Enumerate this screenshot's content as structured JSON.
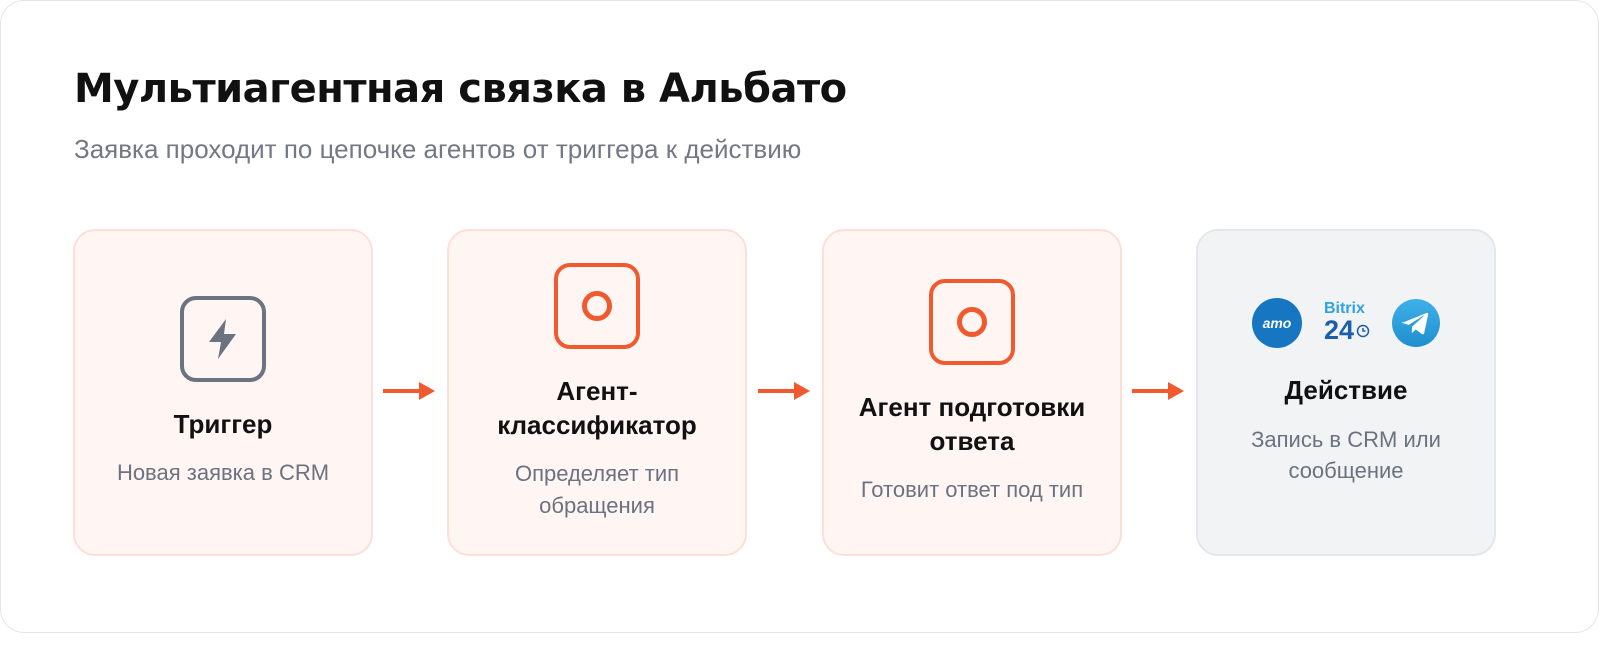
{
  "header": {
    "title": "Мультиагентная связка в Альбато",
    "subtitle": "Заявка проходит по цепочке агентов от триггера к действию"
  },
  "steps": [
    {
      "title": "Триггер",
      "description": "Новая заявка в CRM",
      "icon": "lightning-icon"
    },
    {
      "title": "Агент-классификатор",
      "description": "Определяет тип обращения",
      "icon": "agent-ring-icon"
    },
    {
      "title": "Агент подготовки ответа",
      "description": "Готовит ответ под тип",
      "icon": "agent-ring-icon"
    },
    {
      "title": "Действие",
      "description": "Запись в CRM или сообщение",
      "icons": [
        "amocrm-logo",
        "bitrix24-logo",
        "telegram-logo"
      ]
    }
  ],
  "logos": {
    "amo": "amo",
    "bitrix_word": "Bitrix",
    "bitrix_num": "24"
  },
  "colors": {
    "accent": "#f05a2e",
    "agent_card_bg": "#fff5f2",
    "action_card_bg": "#f2f3f5",
    "trigger_icon": "#6b7280",
    "title_text": "#111111",
    "muted_text": "#6b7280"
  }
}
